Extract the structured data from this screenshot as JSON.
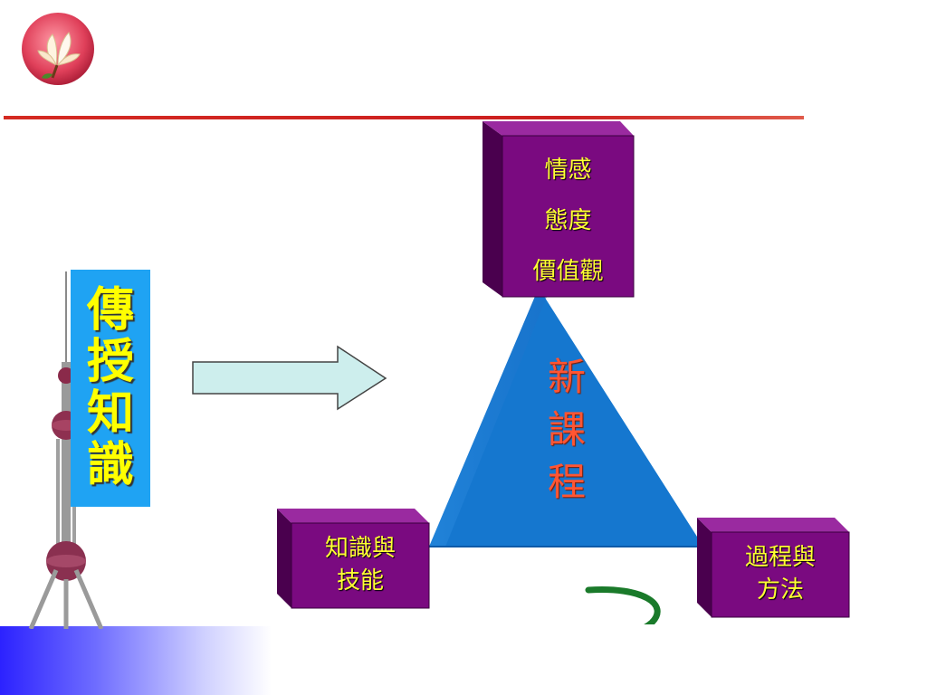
{
  "left_label": {
    "chars": [
      "傳",
      "授",
      "知",
      "識"
    ]
  },
  "top_box": {
    "lines": [
      "情感",
      "態度",
      "價值觀"
    ]
  },
  "left_box": {
    "lines": [
      "知識與",
      "技能"
    ]
  },
  "right_box": {
    "lines": [
      "過程與",
      "方法"
    ]
  },
  "triangle": {
    "chars": [
      "新",
      "課",
      "程"
    ]
  },
  "colors": {
    "box_purple": "#7a0a80",
    "box_text": "#ffff33",
    "triangle_blue": "#1577cf",
    "triangle_text": "#ff5533",
    "label_blue": "#1fa3f3",
    "label_text": "#ffff00",
    "arrow_fill": "#cdeeed",
    "curved_arrow": "#1a7a2a",
    "rule_red": "#cc1f1f"
  },
  "icons": [
    "magnolia-logo-icon",
    "tower-icon",
    "right-arrow-icon",
    "curved-return-arrow-icon"
  ]
}
